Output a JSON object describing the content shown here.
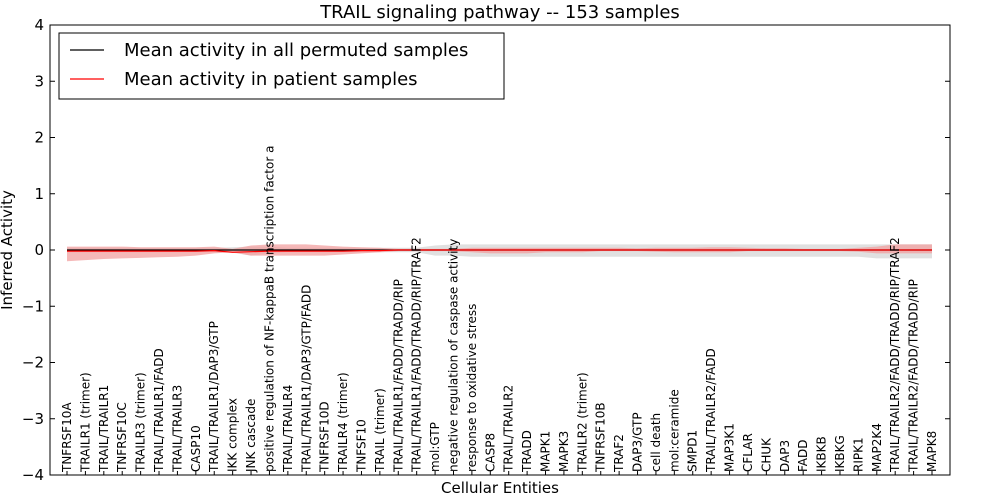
{
  "chart_data": {
    "type": "line",
    "title": "TRAIL signaling pathway -- 153 samples",
    "xlabel": "Cellular Entities",
    "ylabel": "Inferred Activity",
    "ylim": [
      -4,
      4
    ],
    "yticks": [
      "−4",
      "−3",
      "−2",
      "−1",
      "0",
      "1",
      "2",
      "3",
      "4"
    ],
    "grid": false,
    "legend_position": "top-left",
    "categories": [
      "TNFRSF10A",
      "TRAILR1 (trimer)",
      "TRAIL/TRAILR1",
      "TNFRSF10C",
      "TRAILR3 (trimer)",
      "TRAIL/TRAILR1/FADD",
      "TRAIL/TRAILR3",
      "CASP10",
      "TRAIL/TRAILR1/DAP3/GTP",
      "IKK complex",
      "JNK cascade",
      "positive regulation of NF-kappaB transcription factor a",
      "TRAIL/TRAILR4",
      "TRAIL/TRAILR1/DAP3/GTP/FADD",
      "TNFRSF10D",
      "TRAILR4 (trimer)",
      "TNFSF10",
      "TRAIL (trimer)",
      "TRAIL/TRAILR1/FADD/TRADD/RIP",
      "TRAIL/TRAILR1/FADD/TRADD/RIP/TRAF2",
      "mol:GTP",
      "negative regulation of caspase activity",
      "response to oxidative stress",
      "CASP8",
      "TRAIL/TRAILR2",
      "TRADD",
      "MAPK1",
      "MAPK3",
      "TRAILR2 (trimer)",
      "TNFRSF10B",
      "TRAF2",
      "DAP3/GTP",
      "cell death",
      "mol:ceramide",
      "SMPD1",
      "TRAIL/TRAILR2/FADD",
      "MAP3K1",
      "CFLAR",
      "CHUK",
      "DAP3",
      "FADD",
      "IKBKB",
      "IKBKG",
      "RIPK1",
      "MAP2K4",
      "TRAIL/TRAILR2/FADD/TRADD/RIP/TRAF2",
      "TRAIL/TRAILR2/FADD/TRADD/RIP",
      "MAPK8"
    ],
    "series": [
      {
        "name": "Mean activity in all permuted samples",
        "color": "#000000",
        "values": [
          0,
          0,
          0,
          0,
          0,
          0,
          0,
          0,
          0,
          0,
          0,
          0,
          0,
          0,
          0,
          0,
          0,
          0,
          0,
          0,
          0,
          0,
          0,
          0,
          0,
          0,
          0,
          0,
          0,
          0,
          0,
          0,
          0,
          0,
          0,
          0,
          0,
          0,
          0,
          0,
          0,
          0,
          0,
          0,
          0,
          0,
          0,
          0
        ],
        "band_lower": [
          -0.04,
          -0.04,
          -0.04,
          -0.04,
          -0.04,
          -0.04,
          -0.04,
          -0.04,
          -0.04,
          -0.05,
          -0.1,
          -0.06,
          -0.04,
          -0.04,
          -0.04,
          -0.04,
          -0.04,
          -0.04,
          -0.04,
          -0.04,
          -0.1,
          -0.1,
          -0.12,
          -0.12,
          -0.12,
          -0.12,
          -0.12,
          -0.12,
          -0.12,
          -0.12,
          -0.12,
          -0.12,
          -0.12,
          -0.12,
          -0.12,
          -0.12,
          -0.12,
          -0.12,
          -0.12,
          -0.12,
          -0.12,
          -0.12,
          -0.12,
          -0.12,
          -0.15,
          -0.15,
          -0.15,
          -0.15
        ],
        "band_upper": [
          0.04,
          0.04,
          0.04,
          0.04,
          0.04,
          0.04,
          0.04,
          0.04,
          0.04,
          0.05,
          0.06,
          0.06,
          0.04,
          0.04,
          0.04,
          0.04,
          0.04,
          0.04,
          0.04,
          0.04,
          0.08,
          0.1,
          0.1,
          0.1,
          0.1,
          0.1,
          0.1,
          0.1,
          0.1,
          0.1,
          0.1,
          0.1,
          0.1,
          0.1,
          0.1,
          0.1,
          0.1,
          0.1,
          0.1,
          0.1,
          0.1,
          0.1,
          0.1,
          0.1,
          0.1,
          0.1,
          0.1,
          0.1
        ],
        "band_color": "#d3d3d3"
      },
      {
        "name": "Mean activity in patient samples",
        "color": "#ff0000",
        "values": [
          -0.02,
          -0.02,
          -0.02,
          -0.02,
          -0.02,
          -0.02,
          -0.02,
          -0.02,
          -0.01,
          -0.04,
          -0.03,
          -0.02,
          -0.02,
          -0.02,
          -0.02,
          -0.02,
          -0.01,
          -0.01,
          0,
          0,
          0,
          0,
          0,
          0,
          0,
          0,
          0,
          0,
          0,
          0,
          0,
          0,
          0,
          0,
          0,
          0,
          0,
          0,
          0,
          0,
          0,
          0,
          0,
          0,
          0,
          0,
          0,
          0
        ],
        "band_lower": [
          -0.2,
          -0.18,
          -0.16,
          -0.15,
          -0.14,
          -0.13,
          -0.12,
          -0.1,
          -0.06,
          -0.04,
          -0.1,
          -0.1,
          -0.1,
          -0.1,
          -0.1,
          -0.08,
          -0.06,
          -0.04,
          -0.02,
          -0.02,
          -0.02,
          -0.02,
          -0.04,
          -0.06,
          -0.06,
          -0.06,
          -0.04,
          -0.04,
          -0.04,
          -0.02,
          -0.02,
          -0.02,
          -0.03,
          -0.04,
          -0.04,
          -0.04,
          -0.04,
          -0.02,
          -0.02,
          -0.02,
          -0.02,
          -0.02,
          -0.02,
          -0.03,
          -0.06,
          -0.06,
          -0.06,
          -0.06
        ],
        "band_upper": [
          0.06,
          0.06,
          0.06,
          0.06,
          0.05,
          0.05,
          0.05,
          0.05,
          0.06,
          0.02,
          0.08,
          0.1,
          0.1,
          0.1,
          0.08,
          0.06,
          0.05,
          0.04,
          0.02,
          0.02,
          0.02,
          0.02,
          0.04,
          0.04,
          0.04,
          0.04,
          0.04,
          0.04,
          0.04,
          0.04,
          0.04,
          0.03,
          0.04,
          0.04,
          0.04,
          0.05,
          0.05,
          0.04,
          0.03,
          0.03,
          0.02,
          0.02,
          0.02,
          0.04,
          0.06,
          0.1,
          0.1,
          0.1
        ],
        "band_color": "#f2a0a0"
      }
    ]
  }
}
